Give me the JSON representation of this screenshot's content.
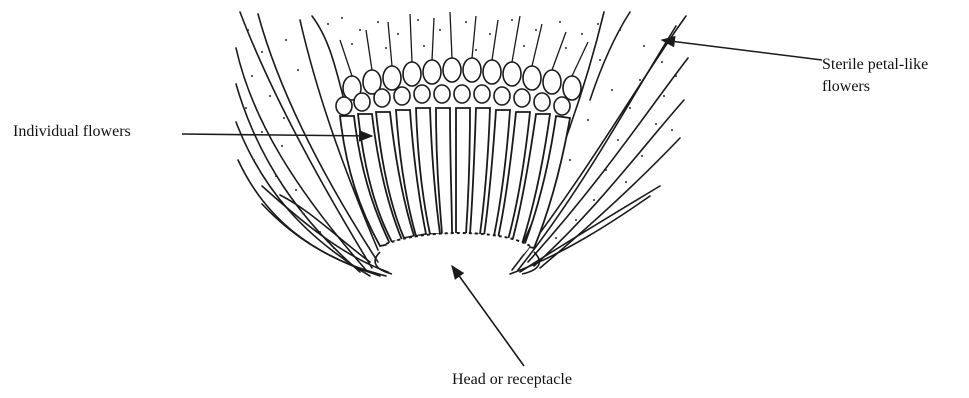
{
  "labels": {
    "individual_flowers": "Individual flowers",
    "sterile_line1": "Sterile petal-like",
    "sterile_line2": "flowers",
    "head_receptacle": "Head or receptacle"
  },
  "colors": {
    "ink": "#1a1a1a",
    "background": "#ffffff"
  }
}
